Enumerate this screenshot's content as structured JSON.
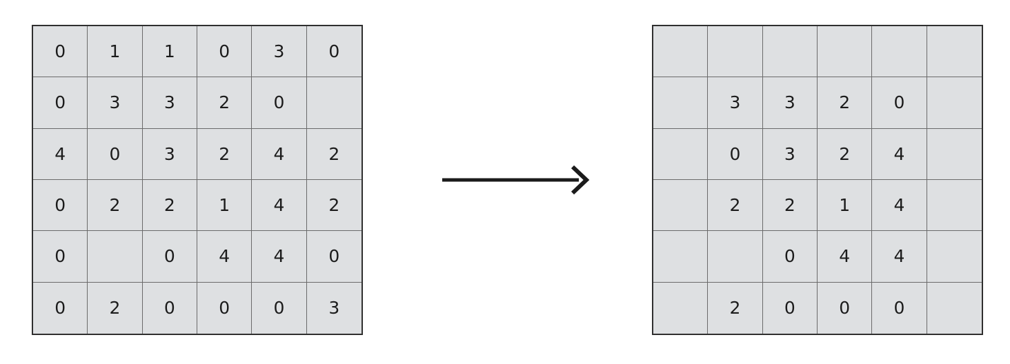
{
  "figure": {
    "name": "matrix-border-trim-diagram",
    "background_color": "#ffffff",
    "cell_fill_color": "#dee0e2",
    "cell_border_color": "#6a6a6a",
    "outer_border_color": "#2f2f2f",
    "text_color": "#1b1b1b"
  },
  "arrow": {
    "icon": "arrow-right-icon",
    "direction": "right",
    "color": "#1b1b1b"
  },
  "chart_data": {
    "type": "table",
    "title": "",
    "rows": 6,
    "columns": 6,
    "grids": [
      {
        "name": "input-matrix",
        "values": [
          [
            "0",
            "1",
            "1",
            "0",
            "3",
            "0"
          ],
          [
            "0",
            "3",
            "3",
            "2",
            "0",
            ""
          ],
          [
            "4",
            "0",
            "3",
            "2",
            "4",
            "2"
          ],
          [
            "0",
            "2",
            "2",
            "1",
            "4",
            "2"
          ],
          [
            "0",
            "",
            "0",
            "4",
            "4",
            "0"
          ],
          [
            "0",
            "2",
            "0",
            "0",
            "0",
            "3"
          ]
        ]
      },
      {
        "name": "output-matrix",
        "values": [
          [
            "",
            "",
            "",
            "",
            "",
            ""
          ],
          [
            "",
            "3",
            "3",
            "2",
            "0",
            ""
          ],
          [
            "",
            "0",
            "3",
            "2",
            "4",
            ""
          ],
          [
            "",
            "2",
            "2",
            "1",
            "4",
            ""
          ],
          [
            "",
            "",
            "0",
            "4",
            "4",
            ""
          ],
          [
            "",
            "2",
            "0",
            "0",
            "0",
            ""
          ]
        ]
      }
    ]
  }
}
